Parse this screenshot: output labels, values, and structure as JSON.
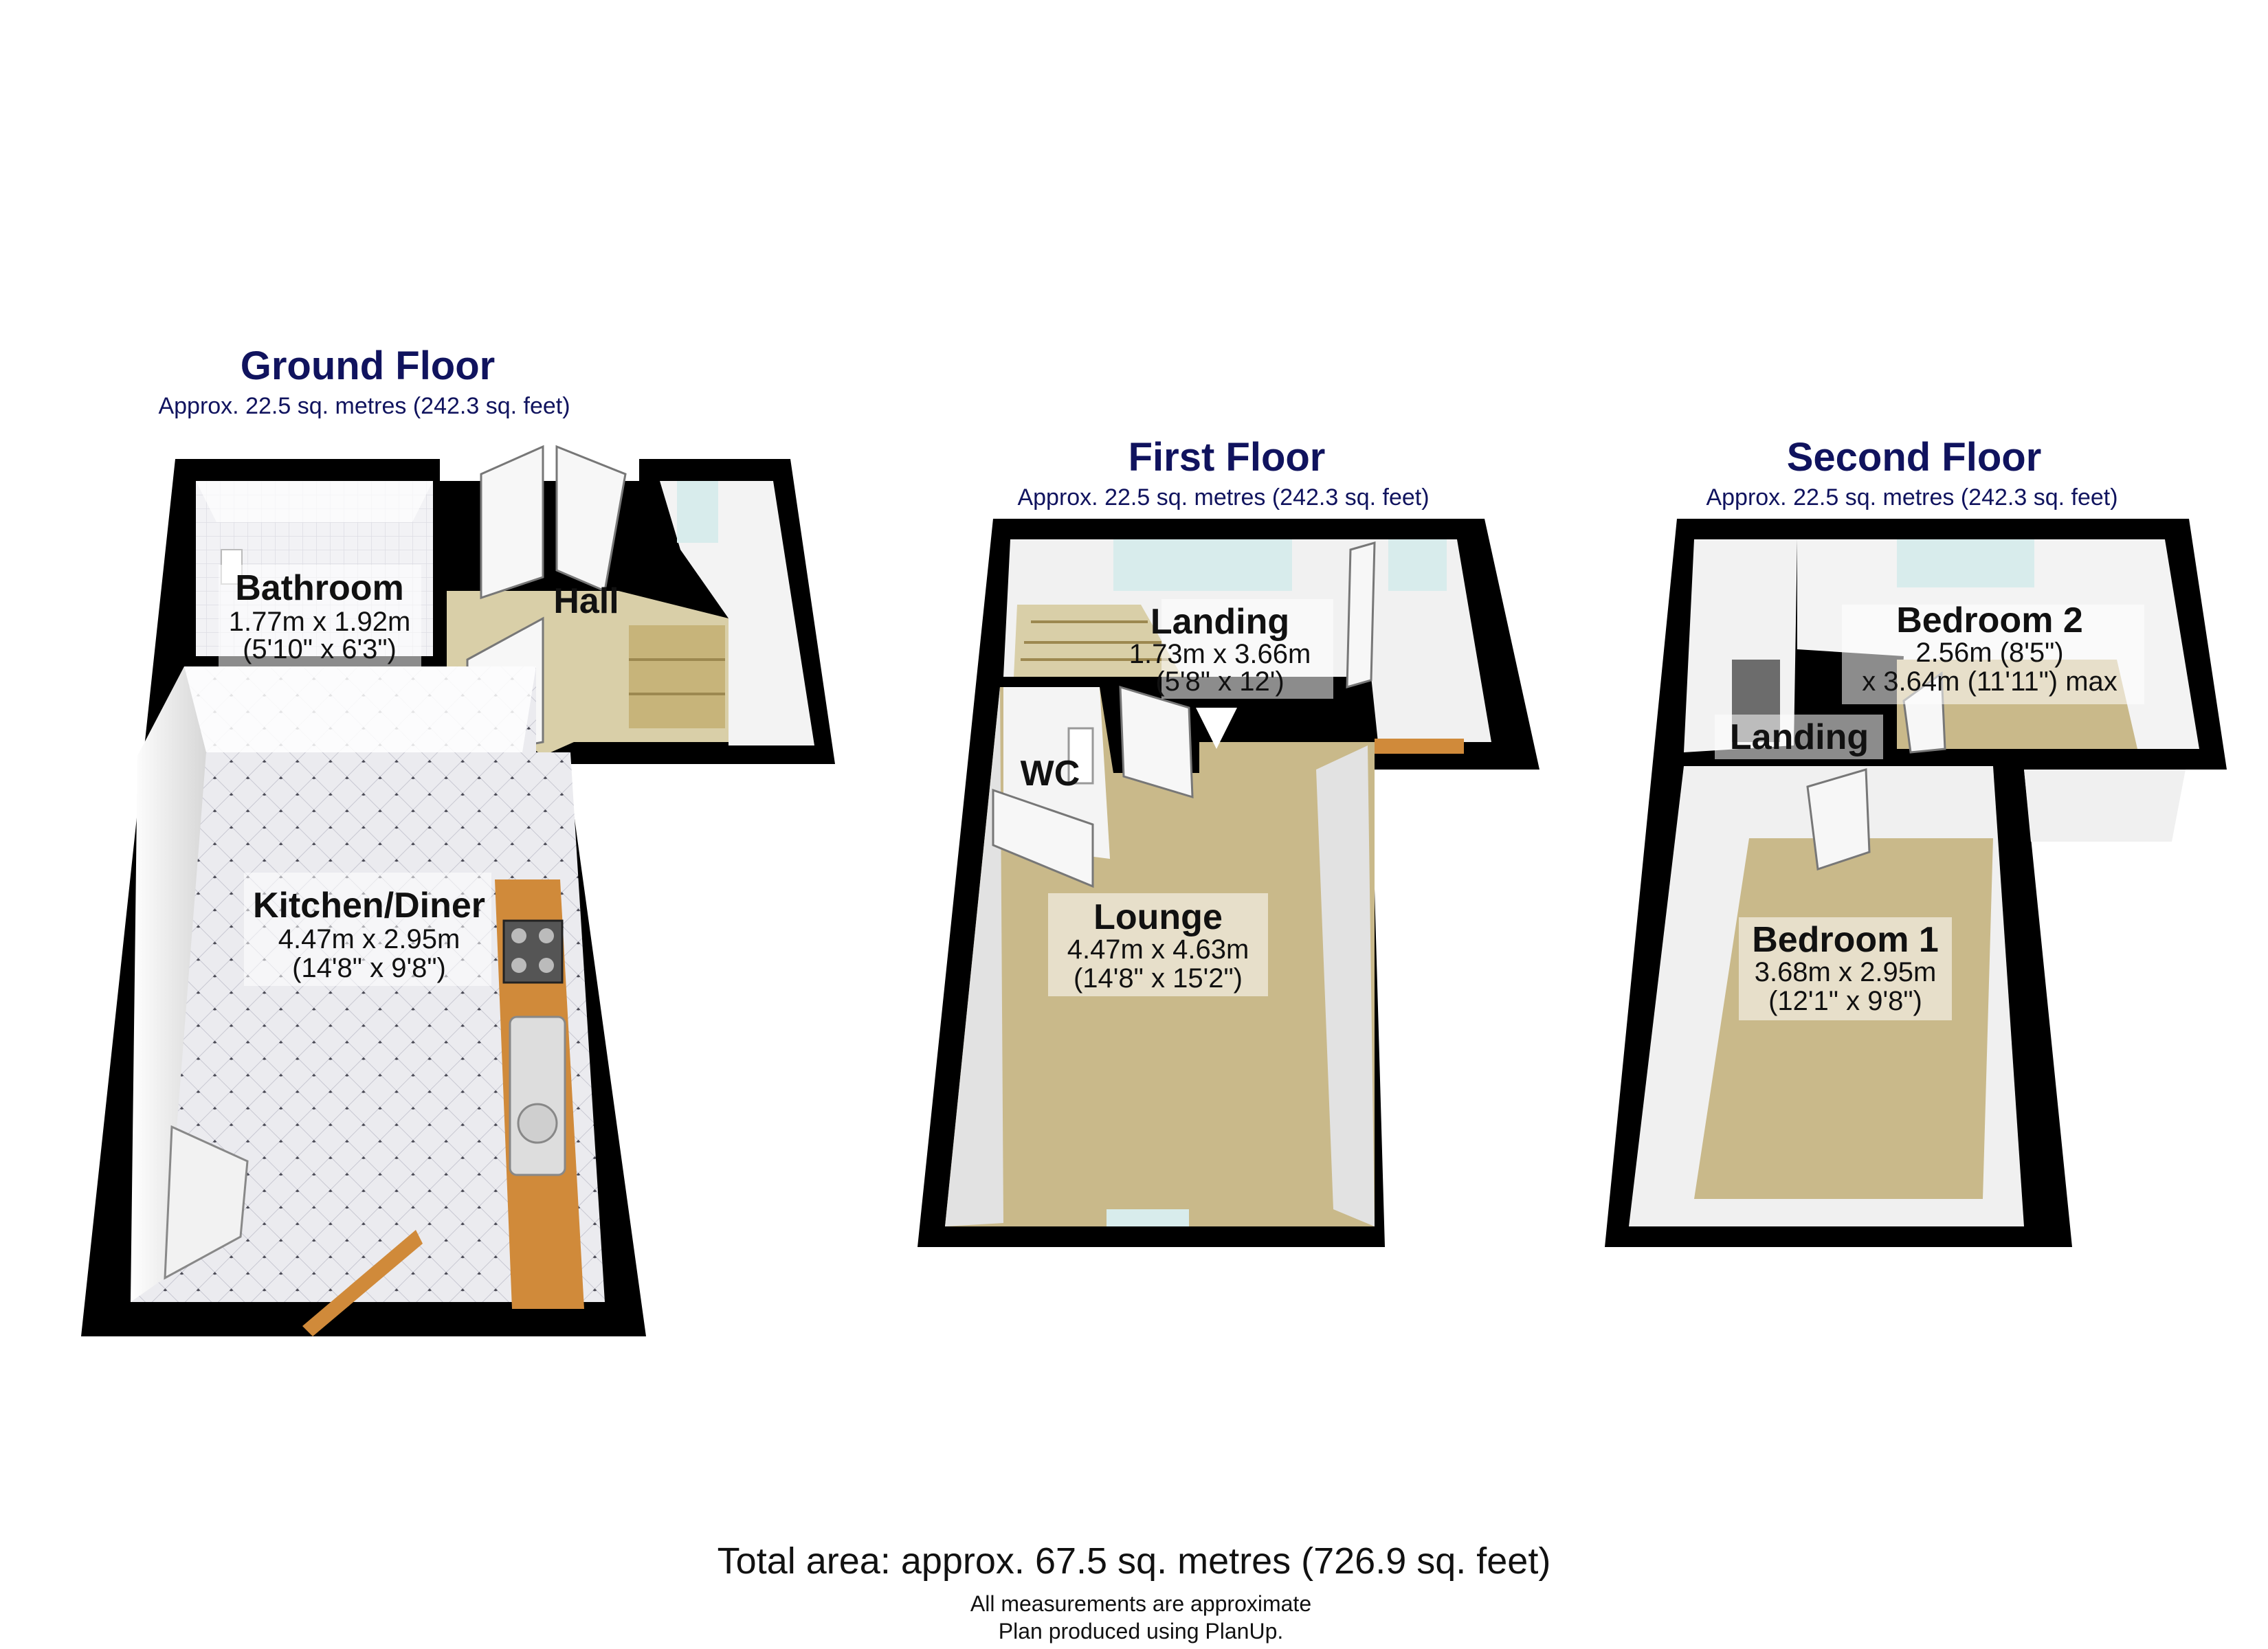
{
  "floors": {
    "ground": {
      "title": "Ground Floor",
      "area": "Approx. 22.5 sq. metres (242.3 sq. feet)",
      "rooms": [
        {
          "name": "Bathroom",
          "dim1": "1.77m x 1.92m",
          "dim2": "(5'10\" x 6'3\")"
        },
        {
          "name": "Hall"
        },
        {
          "name": "Kitchen/Diner",
          "dim1": "4.47m x 2.95m",
          "dim2": "(14'8\" x 9'8\")"
        }
      ]
    },
    "first": {
      "title": "First Floor",
      "area": "Approx. 22.5 sq. metres (242.3 sq. feet)",
      "rooms": [
        {
          "name": "Landing",
          "dim1": "1.73m x 3.66m",
          "dim2": "(5'8\" x 12')"
        },
        {
          "name": "WC"
        },
        {
          "name": "Lounge",
          "dim1": "4.47m x 4.63m",
          "dim2": "(14'8\" x 15'2\")"
        }
      ]
    },
    "second": {
      "title": "Second Floor",
      "area": "Approx. 22.5 sq. metres (242.3 sq. feet)",
      "rooms": [
        {
          "name": "Bedroom 2",
          "dim1": "2.56m (8'5\")",
          "dim2": "x 3.64m (11'11\") max"
        },
        {
          "name": "Landing"
        },
        {
          "name": "Bedroom 1",
          "dim1": "3.68m x 2.95m",
          "dim2": "(12'1\" x 9'8\")"
        }
      ]
    }
  },
  "footer": {
    "total": "Total area: approx. 67.5 sq. metres (726.9 sq. feet)",
    "note1": "All measurements are approximate",
    "note2": "Plan produced using PlanUp."
  },
  "colors": {
    "title": "#10135e",
    "wall": "#000000",
    "carpet": "#c9b98a",
    "kitchen_floor": "#e8e8ec",
    "worktop": "#d08a3a"
  }
}
